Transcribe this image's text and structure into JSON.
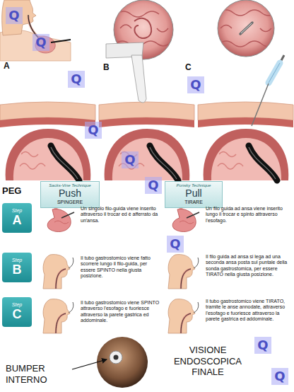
{
  "diagram": {
    "title": "PEG",
    "nodes": [
      {
        "text": [
          "Sacks-Vine Technique",
          "Push",
          "SPINGERE"
        ]
      },
      {
        "text": [
          "Ponsky Technique",
          "Pull",
          "TIRARE"
        ]
      },
      {
        "text": [
          "Step",
          "A"
        ]
      },
      {
        "text": [
          "Step",
          "B"
        ]
      },
      {
        "text": [
          "Step",
          "C"
        ]
      }
    ],
    "labels": [
      "A",
      "B",
      "C",
      "Un singolo filo-guida viene inserito attraverso il trocar ed è afferrato da un'ansa.",
      "Un filo guida ad ansa viene inserito lungo il trocar e spinto attraverso l'esofago.",
      "Il tubo gastrostomico viene fatto scorrere lungo il filo-guida, per essere SPINTO nella giusta posizione.",
      "Il filo guida ad ansa si lega ad una seconda ansa posta sul puntale della sonda gastrostomica, per essere TIRATO nella giusta posizione.",
      "Il tubo gastrostomico viene SPINTO attraverso l'esofago e fuoriesce attraverso la parete gastrica ed addominale.",
      "Il tubo gastrostomico viene TIRATO, tramite le anse annodate, attraverso l'esofago e fuoriesce attraverso la parete gastrica ed addominale.",
      "BUMPER INTERNO",
      "VISIONE ENDOSCOPICA FINALE",
      "Q",
      "Q",
      "Q",
      "Q",
      "Q",
      "Q",
      "Q",
      "Q",
      "Q",
      "Q"
    ]
  }
}
